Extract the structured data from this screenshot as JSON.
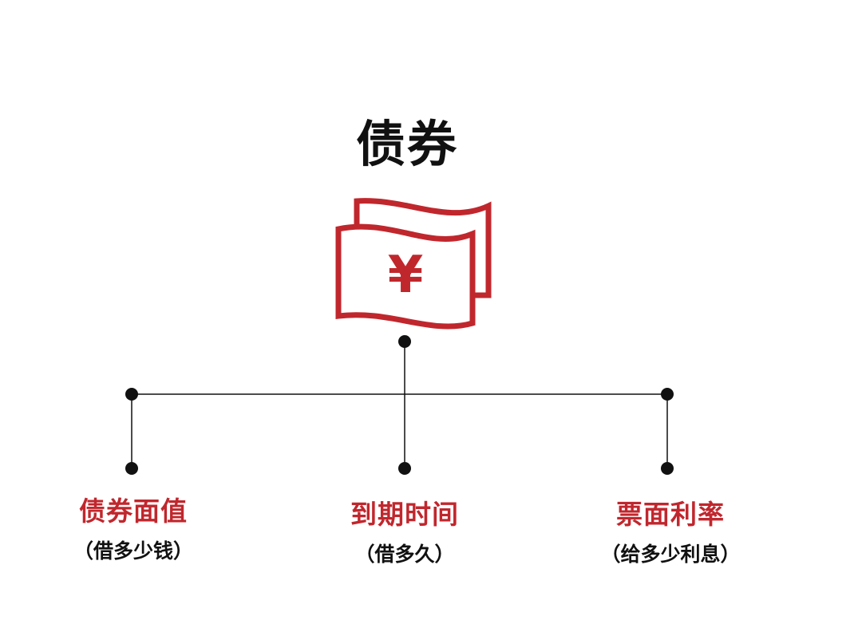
{
  "title": "债券",
  "icon": {
    "name": "banknote-icon",
    "symbol": "¥",
    "color": "#c0272d"
  },
  "colors": {
    "accent": "#c0272d",
    "text": "#111111",
    "line": "#111111"
  },
  "branches": [
    {
      "label": "债券面值",
      "sub": "（借多少钱）"
    },
    {
      "label": "到期时间",
      "sub": "（借多久）"
    },
    {
      "label": "票面利率",
      "sub": "（给多少利息）"
    }
  ]
}
